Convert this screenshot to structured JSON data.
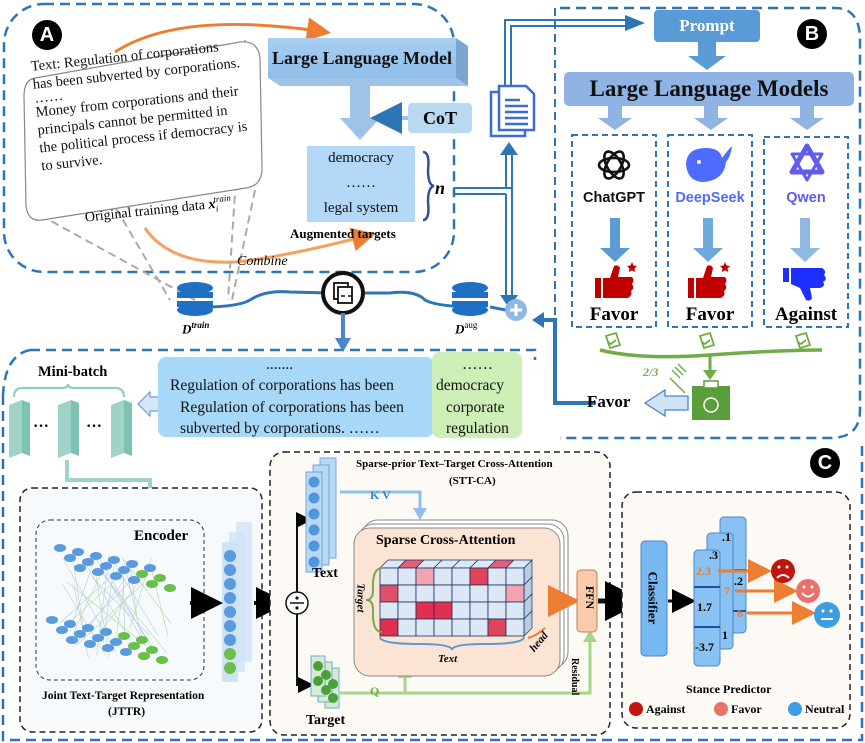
{
  "sections": {
    "a": {
      "badge": "A",
      "training_text": {
        "line1": "Text: Regulation of corporations",
        "line2": "has been subverted by corporations.",
        "line3": "……",
        "line4": "Money from corporations and their",
        "line5": "principals cannot be permitted in",
        "line6": "the political process if democracy is",
        "line7": "to survive."
      },
      "training_caption": "Original training data",
      "training_symbol": "x",
      "training_symbol_sub": "i",
      "training_symbol_sup": "train",
      "llm_label": "Large  Language Model",
      "cot_label": "CoT",
      "augmented_targets": [
        "democracy",
        "……",
        "legal system"
      ],
      "augmented_label": "Augmented targets",
      "n_label": "n",
      "combine_label": "Combine"
    },
    "b": {
      "badge": "B",
      "prompt_label": "Prompt",
      "llms_label": "Large Language Models",
      "models": [
        {
          "name": "ChatGPT",
          "icon": "openai-logo-icon",
          "vote": "Favor",
          "vote_icon": "thumbs-up-icon",
          "color": "#111111"
        },
        {
          "name": "DeepSeek",
          "icon": "deepseek-whale-icon",
          "vote": "Favor",
          "vote_icon": "thumbs-up-icon",
          "color": "#4d6bfe"
        },
        {
          "name": "Qwen",
          "icon": "qwen-logo-icon",
          "vote": "Against",
          "vote_icon": "thumbs-down-icon",
          "color": "#615ced"
        }
      ],
      "vote_ratio": "2/3",
      "vote_result": "Favor"
    },
    "data": {
      "train_label": "D",
      "train_sup": "train",
      "aug_label": "D",
      "aug_sup": "aug"
    },
    "c": {
      "badge": "C",
      "minibatch_label": "Mini-batch",
      "batch_text": {
        "dots": ".......",
        "line1": "Regulation of corporations has been",
        "line2": "Regulation of corporations has been",
        "line3": "subverted by corporations.  ……"
      },
      "batch_targets": {
        "dots": "……",
        "line1": "democracy",
        "line2": "corporate",
        "line3": "regulation"
      },
      "encoder_label": "Encoder",
      "jttr_label": "Joint Text-Target Representation",
      "jttr_abbr": "(JTTR)",
      "sttca_label": "Sparse-prior  Text–Target Cross-Attention",
      "sttca_abbr": "(STT-CA)",
      "text_label": "Text",
      "target_label": "Target",
      "kv_label": "K V",
      "q_label": "Q",
      "sca_label": "Sparse Cross-Attention",
      "axis_target": "Target",
      "axis_text": "Text",
      "axis_head": "head",
      "ffn_label": "FFN",
      "residual_label": "Residual",
      "classifier_label": "Classifier",
      "logits_front": [
        "2.3",
        "1.7",
        "-3.7"
      ],
      "logits_mid": [
        ".3",
        "7",
        "1"
      ],
      "logits_back": [
        ".1",
        ".2",
        "6"
      ],
      "stance_label": "Stance Predictor",
      "legend": [
        {
          "label": "Against",
          "color": "#c0160f"
        },
        {
          "label": "Favor",
          "color": "#e8716b"
        },
        {
          "label": "Neutral",
          "color": "#3c9de2"
        }
      ]
    }
  },
  "colors": {
    "dash_blue": "#2e75b6",
    "arrow_blue": "#4a86c8",
    "orange": "#ed7d31",
    "green": "#70ad47",
    "teal": "#9fd3c7",
    "favor_red": "#c00000",
    "against_blue": "#1f2fff"
  }
}
